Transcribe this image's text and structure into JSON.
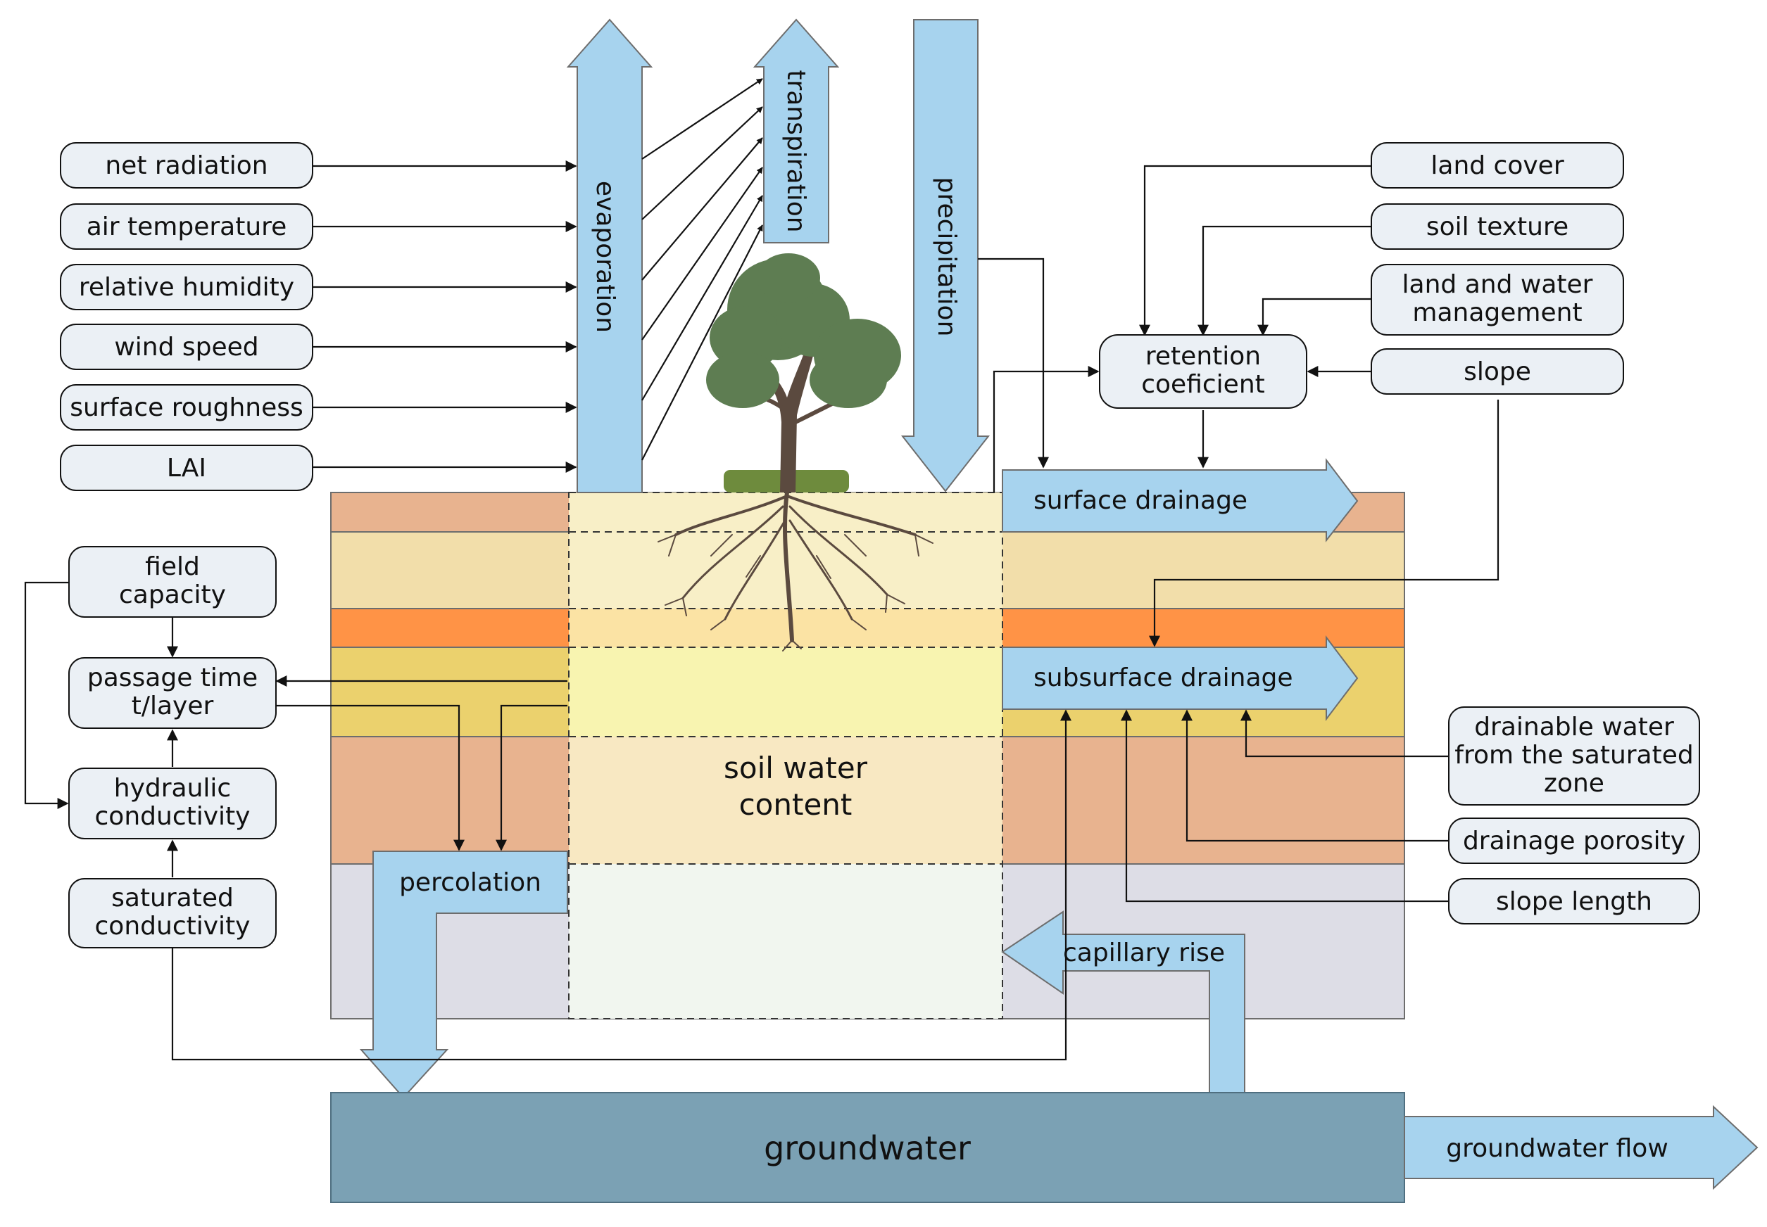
{
  "colors": {
    "flow_blue": "#a7d3ee",
    "box_fill": "#ebf0f5",
    "groundwater": "#7ba1b4",
    "topsoil": "#e8b38f",
    "band_light": "#f2deaa",
    "band_orange": "#ff9346",
    "band_yellow": "#ebd16d",
    "band_pink": "#e8b38f",
    "band_grey": "#dddde6",
    "column_top": "#f8efc7",
    "column_mid": "#f8f4b0",
    "column_low": "#f8e8c2",
    "column_bottom": "#f1f6ef",
    "tree_foliage": "#5e7d52",
    "tree_trunk": "#5b4a3f",
    "grass": "#6e8b3d"
  },
  "inputs": {
    "net_radiation": "net radiation",
    "air_temperature": "air temperature",
    "relative_humidity": "relative humidity",
    "wind_speed": "wind speed",
    "surface_roughness": "surface roughness",
    "lai": "LAI"
  },
  "retention": {
    "land_cover": "land cover",
    "soil_texture": "soil texture",
    "land_water_line1": "land and water",
    "land_water_line2": "management",
    "slope": "slope",
    "box_line1": "retention",
    "box_line2": "coeficient"
  },
  "hydraulics": {
    "field_line1": "field",
    "field_line2": "capacity",
    "passage_line1": "passage time",
    "passage_line2": "t/layer",
    "hydraulic_line1": "hydraulic",
    "hydraulic_line2": "conductivity",
    "saturated_line1": "saturated",
    "saturated_line2": "conductivity"
  },
  "drainage_params": {
    "drainable_line1": "drainable water",
    "drainable_line2": "from the saturated",
    "drainable_line3": "zone",
    "drainage_porosity": "drainage porosity",
    "slope_length": "slope length"
  },
  "flows": {
    "evaporation": "evaporation",
    "transpiration": "transpiration",
    "precipitation": "precipitation",
    "surface_drainage": "surface drainage",
    "subsurface_drainage": "subsurface drainage",
    "percolation": "percolation",
    "capillary_rise": "capillary rise",
    "groundwater_flow": "groundwater flow"
  },
  "center": {
    "soil_water_line1": "soil water",
    "soil_water_line2": "content",
    "groundwater": "groundwater"
  }
}
